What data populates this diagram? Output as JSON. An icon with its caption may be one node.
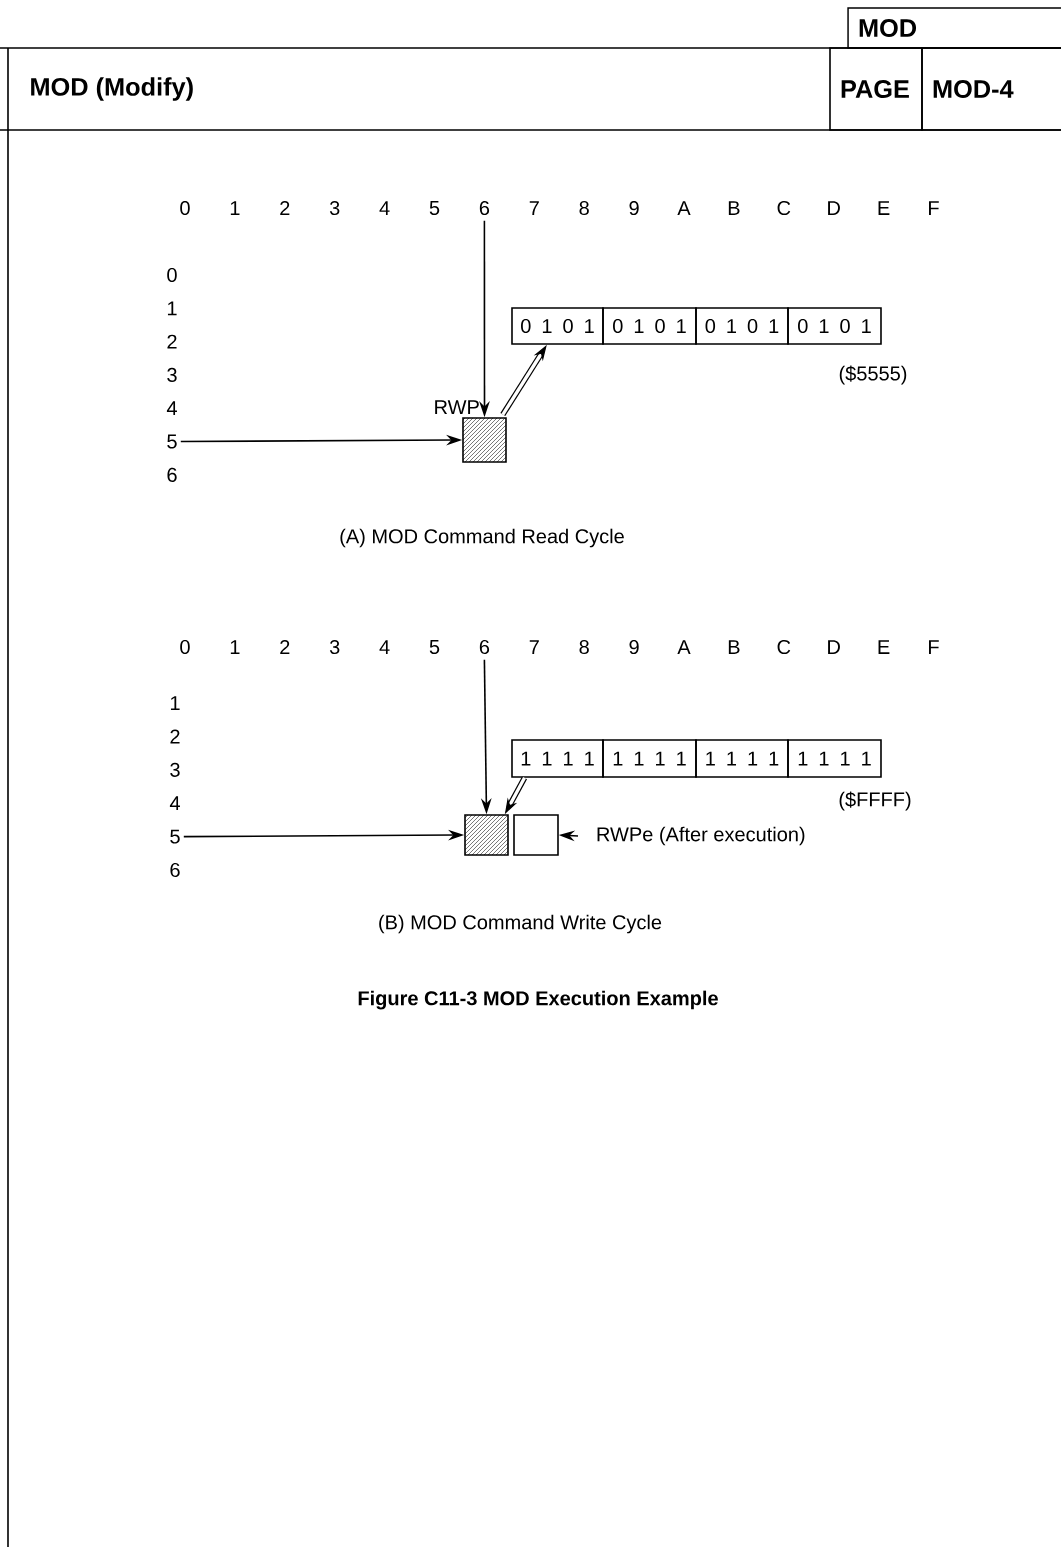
{
  "diagram": {
    "title": "MOD (Modify)",
    "caption": "Figure C11-3 MOD Execution Example",
    "nodes": [
      {
        "text": [
          "MOD"
        ]
      },
      {
        "text": [
          "PAGE"
        ]
      },
      {
        "text": [
          "MOD-4"
        ]
      },
      {
        "text": [],
        "shape": "box",
        "beside": [
          "RWP"
        ]
      },
      {
        "text": [
          "0 1 0 1"
        ]
      },
      {
        "text": [
          "0 1 0 1"
        ]
      },
      {
        "text": [
          "0 1 0 1"
        ]
      },
      {
        "text": [
          "0 1 0 1"
        ]
      },
      {
        "text": [
          "1 1 1 1"
        ]
      },
      {
        "text": [
          "1 1 1 1"
        ]
      },
      {
        "text": [
          "1 1 1 1"
        ]
      },
      {
        "text": [
          "1 1 1 1"
        ]
      },
      {
        "text": [],
        "shape": "box"
      },
      {
        "text": [],
        "shape": "box"
      },
      {
        "text": [
          "RWPe (After execution)"
        ]
      },
      {
        "text": [
          "6"
        ]
      },
      {
        "text": [
          "5"
        ]
      },
      {
        "text": [
          "6"
        ]
      },
      {
        "text": [
          "5"
        ]
      }
    ],
    "edges": [
      {
        "from": 15,
        "to": 3,
        "arrow": "to"
      },
      {
        "from": 16,
        "to": 3,
        "arrow": "to"
      },
      {
        "from": 3,
        "to": 4,
        "arrow": "to",
        "style": "thick"
      },
      {
        "from": 17,
        "to": 12,
        "arrow": "to"
      },
      {
        "from": 18,
        "to": 12,
        "arrow": "to"
      },
      {
        "from": 8,
        "to": 12,
        "arrow": "to",
        "style": "thick"
      },
      {
        "from": 14,
        "to": 13,
        "arrow": "to"
      }
    ],
    "labels": [
      "0",
      "1",
      "2",
      "3",
      "4",
      "5",
      "7",
      "8",
      "9",
      "A",
      "B",
      "C",
      "D",
      "E",
      "F",
      "0",
      "1",
      "2",
      "3",
      "4",
      "6",
      "($5555)",
      "(A) MOD Command Read Cycle",
      "0",
      "1",
      "2",
      "3",
      "4",
      "5",
      "7",
      "8",
      "9",
      "A",
      "B",
      "C",
      "D",
      "E",
      "F",
      "1",
      "2",
      "3",
      "4",
      "6",
      "($FFFF)",
      "(B) MOD Command Write Cycle"
    ]
  }
}
